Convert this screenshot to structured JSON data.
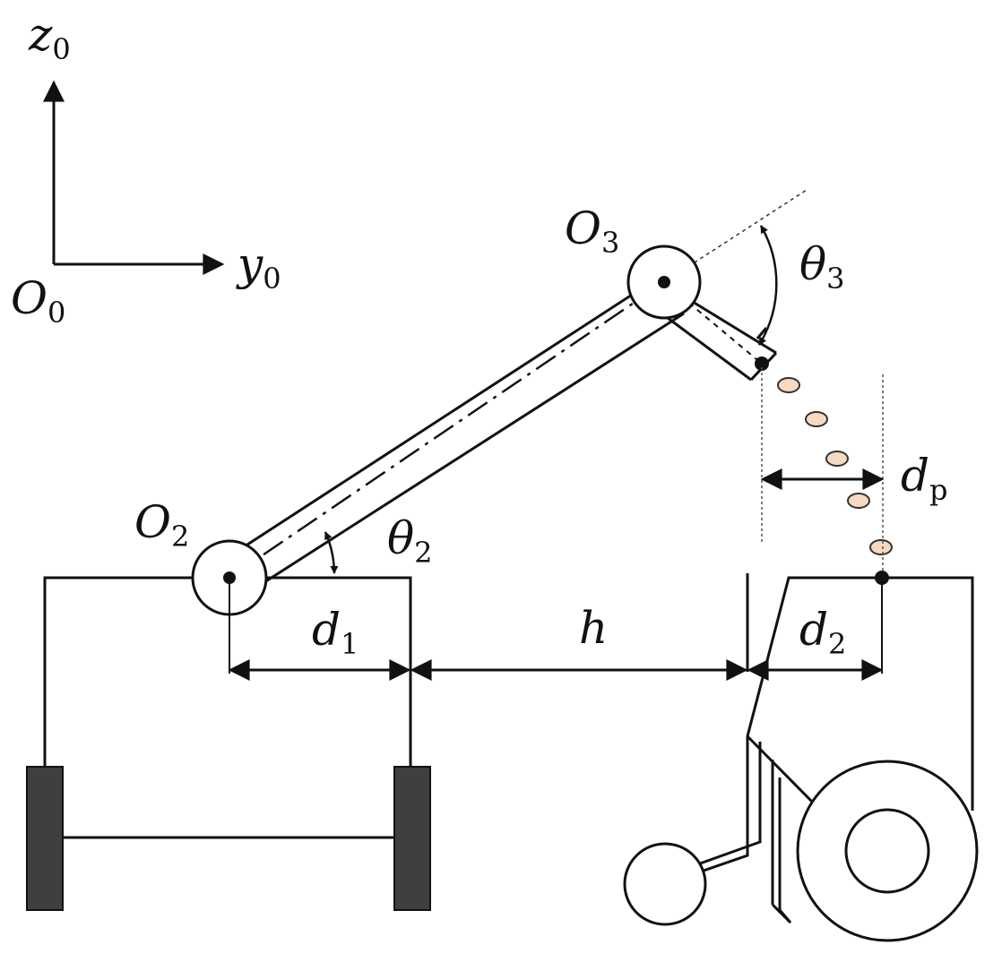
{
  "labels": {
    "z0": {
      "main": "z",
      "sub": "0"
    },
    "y0": {
      "main": "y",
      "sub": "0"
    },
    "O0": {
      "main": "O",
      "sub": "0"
    },
    "O2": {
      "main": "O",
      "sub": "2"
    },
    "O3": {
      "main": "O",
      "sub": "3"
    },
    "theta2": {
      "main": "θ",
      "sub": "2"
    },
    "theta3": {
      "main": "θ",
      "sub": "3"
    },
    "d1": {
      "main": "d",
      "sub": "1"
    },
    "d2": {
      "main": "d",
      "sub": "2"
    },
    "dp": {
      "main": "d",
      "sub": "p"
    },
    "h": {
      "main": "h",
      "sub": ""
    }
  },
  "colors": {
    "line": "#111111",
    "wheel": "#3f3f3f",
    "particle_fill": "#f6d9c2",
    "particle_stroke": "#333333"
  }
}
